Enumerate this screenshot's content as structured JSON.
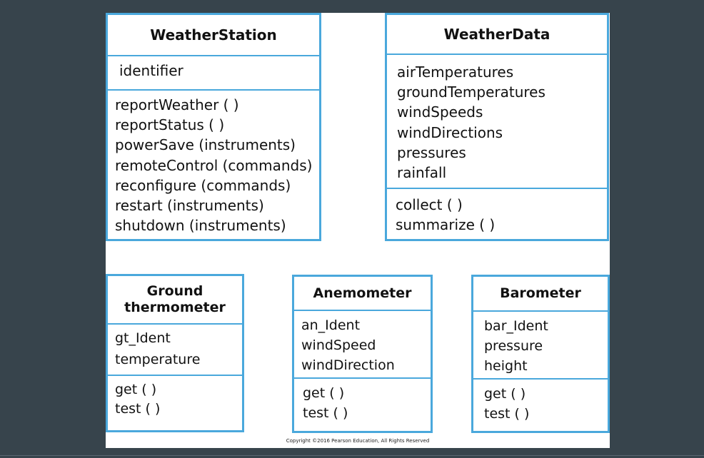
{
  "classes": {
    "weather_station": {
      "name": "WeatherStation",
      "attributes": [
        "identifier"
      ],
      "operations": [
        "reportWeather ( )",
        "reportStatus ( )",
        "powerSave (instruments)",
        "remoteControl (commands)",
        "reconfigure (commands)",
        "restart (instruments)",
        "shutdown (instruments)"
      ]
    },
    "weather_data": {
      "name": "WeatherData",
      "attributes": [
        "airTemperatures",
        "groundTemperatures",
        "windSpeeds",
        "windDirections",
        "pressures",
        "rainfall"
      ],
      "operations": [
        "collect ( )",
        "summarize ( )"
      ]
    },
    "ground_thermometer": {
      "name_lines": [
        "Ground",
        "thermometer"
      ],
      "attributes": [
        "gt_Ident",
        "temperature"
      ],
      "operations": [
        "get ( )",
        "test ( )"
      ]
    },
    "anemometer": {
      "name": "Anemometer",
      "attributes": [
        "an_Ident",
        "windSpeed",
        "windDirection"
      ],
      "operations": [
        "get ( )",
        "test ( )"
      ]
    },
    "barometer": {
      "name": "Barometer",
      "attributes": [
        "bar_Ident",
        "pressure",
        "height"
      ],
      "operations": [
        "get ( )",
        "test ( )"
      ]
    }
  },
  "copyright": "Copyright ©2016 Pearson Education, All Rights Reserved",
  "colors": {
    "border": "#4aa8dc",
    "background": "#37444c"
  }
}
